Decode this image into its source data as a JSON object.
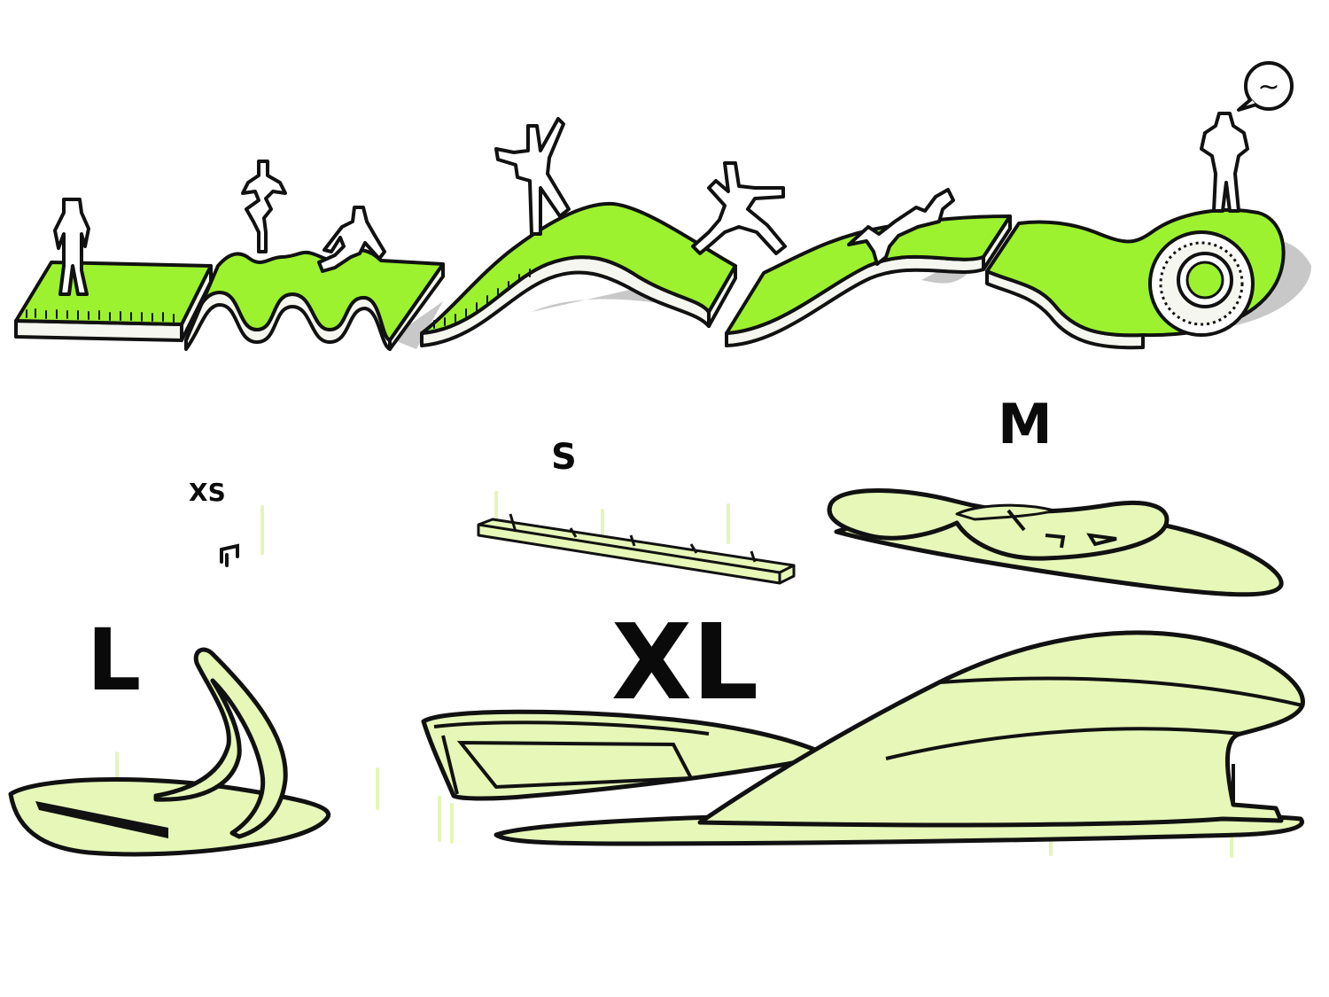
{
  "colors": {
    "grass": "#9cf22e",
    "soil": "#f6f6f0",
    "shadow": "#c8c8c8",
    "form": "#e6f7b8",
    "ghost": "#dff2a6",
    "ink": "#111111"
  },
  "speech_bubble": {
    "text": "~"
  },
  "size_labels": {
    "xs": "XS",
    "s": "S",
    "m": "M",
    "l": "L",
    "xl": "XL"
  }
}
